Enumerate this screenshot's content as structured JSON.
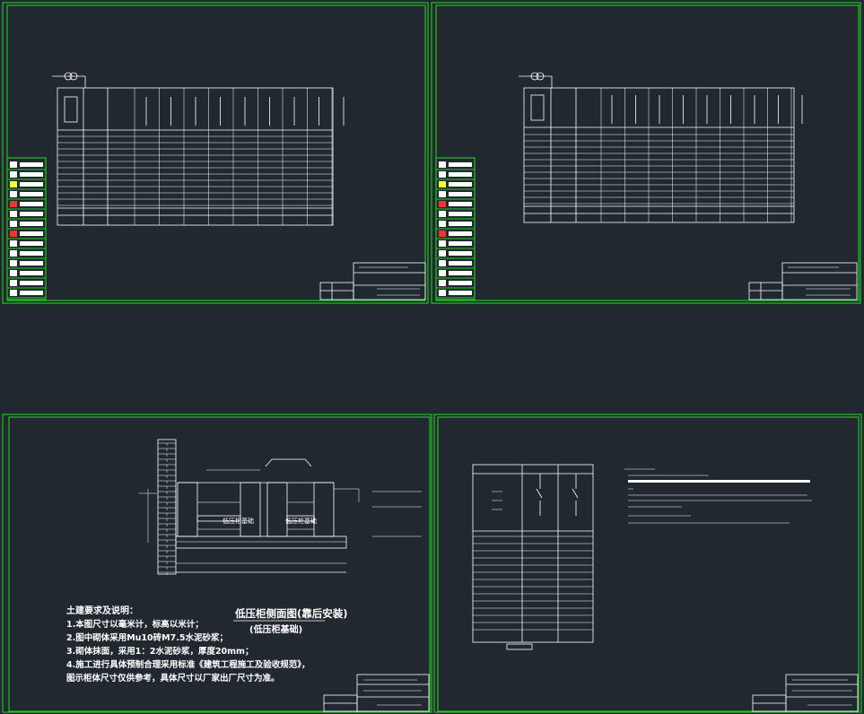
{
  "app": {
    "background": "#212830",
    "frame_color": "#22cc22",
    "line_color": "#ffffff"
  },
  "sheets": [
    {
      "id": "sheet-1",
      "title_block": {
        "project": "",
        "drawing_name": ""
      }
    },
    {
      "id": "sheet-2",
      "title_block": {
        "project": "",
        "drawing_name": ""
      }
    },
    {
      "id": "sheet-3",
      "section_title": "低压柜侧面图(靠后安装)",
      "section_subtitle": "(低压柜基础)",
      "labels": {
        "cabinet_left": "低压柜基础",
        "cabinet_right": "低压柜基础"
      },
      "notes_title": "土建要求及说明：",
      "notes": [
        "1.本图尺寸以毫米计，标高以米计；",
        "2.图中砌体采用Mu10砖M7.5水泥砂浆；",
        "3.砌体抹面，采用1：2水泥砂浆，厚度20mm；",
        "4.施工进行具体预制合理采用标准《建筑工程施工及验收规范》，",
        "图示柜体尺寸仅供参考，具体尺寸以厂家出厂尺寸为准。"
      ],
      "title_block": {
        "project": "",
        "drawing_name": ""
      }
    },
    {
      "id": "sheet-4",
      "title_block": {
        "project": "",
        "drawing_name": ""
      }
    }
  ],
  "icons": {
    "legend": [
      "legend-swatch-icon"
    ],
    "drawing": [
      "switch-symbol-icon",
      "breaker-symbol-icon"
    ]
  }
}
